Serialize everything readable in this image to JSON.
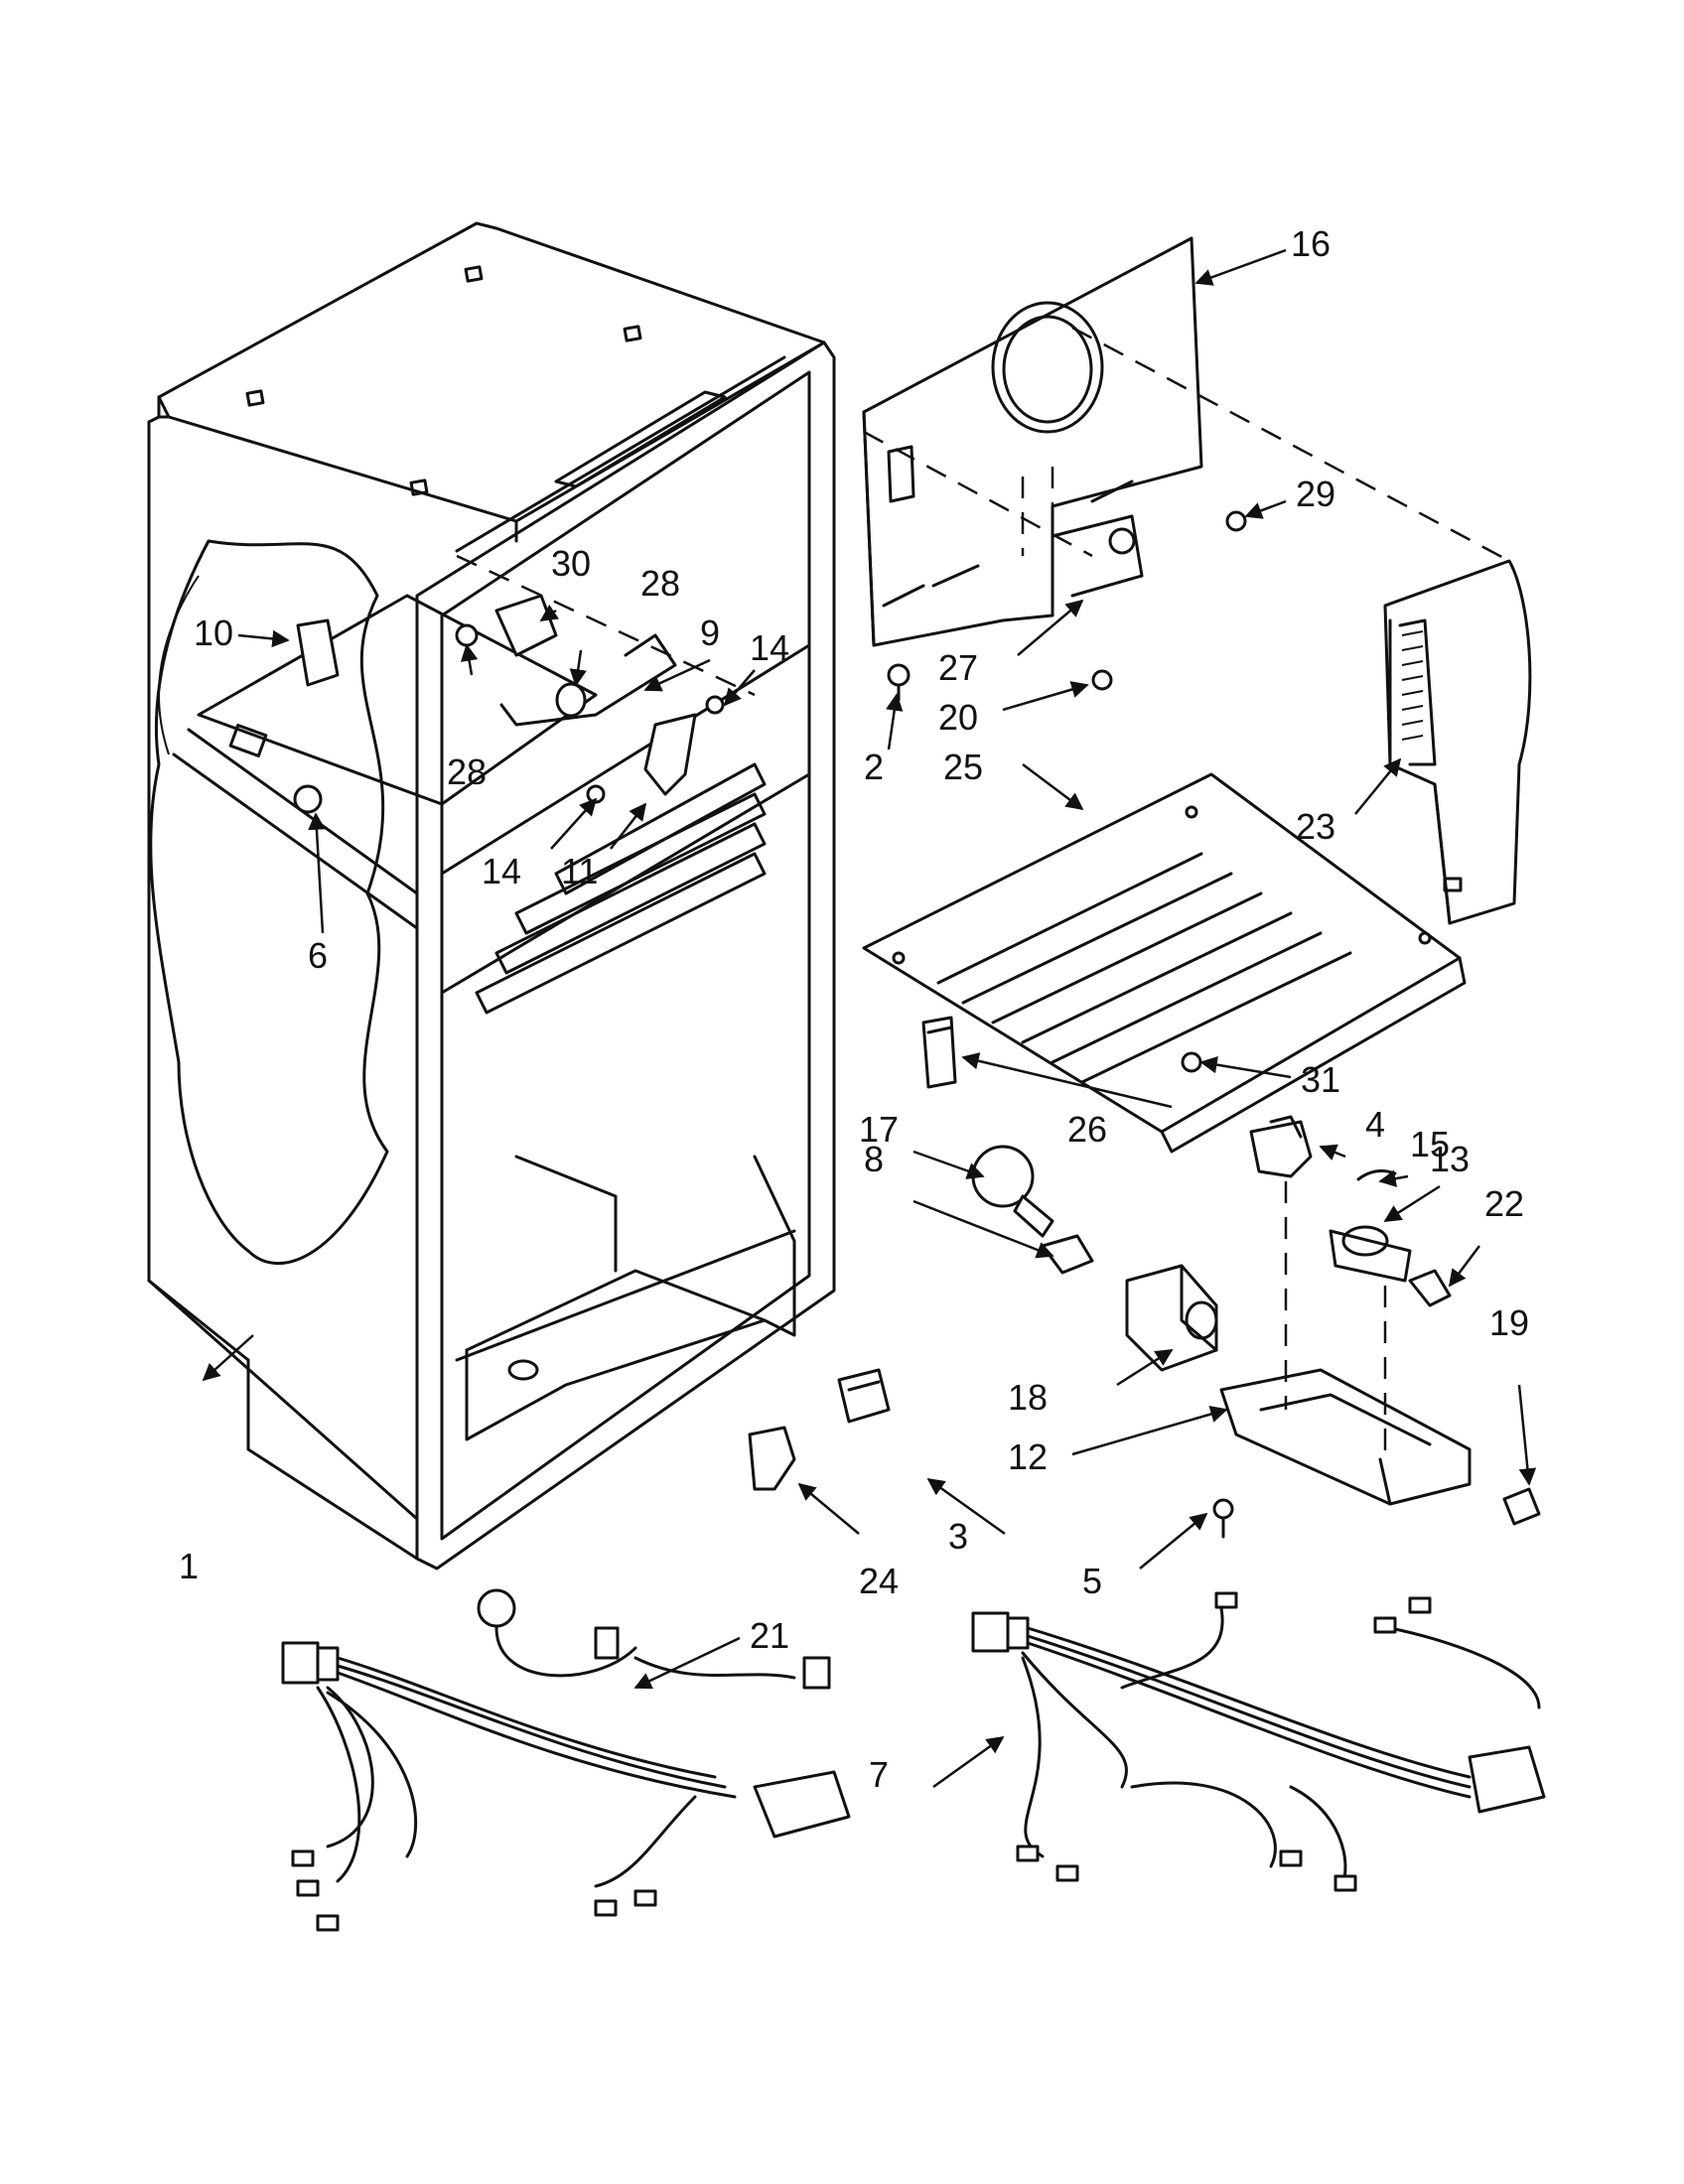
{
  "diagram": {
    "callouts": [
      {
        "id": "c1",
        "label": "1"
      },
      {
        "id": "c2",
        "label": "2"
      },
      {
        "id": "c3",
        "label": "3"
      },
      {
        "id": "c4",
        "label": "4"
      },
      {
        "id": "c5",
        "label": "5"
      },
      {
        "id": "c6",
        "label": "6"
      },
      {
        "id": "c7",
        "label": "7"
      },
      {
        "id": "c8",
        "label": "8"
      },
      {
        "id": "c9",
        "label": "9"
      },
      {
        "id": "c10",
        "label": "10"
      },
      {
        "id": "c11",
        "label": "11"
      },
      {
        "id": "c12",
        "label": "12"
      },
      {
        "id": "c13",
        "label": "13"
      },
      {
        "id": "c14a",
        "label": "14"
      },
      {
        "id": "c14b",
        "label": "14"
      },
      {
        "id": "c15",
        "label": "15"
      },
      {
        "id": "c16",
        "label": "16"
      },
      {
        "id": "c17",
        "label": "17"
      },
      {
        "id": "c18",
        "label": "18"
      },
      {
        "id": "c19",
        "label": "19"
      },
      {
        "id": "c20",
        "label": "20"
      },
      {
        "id": "c21",
        "label": "21"
      },
      {
        "id": "c22",
        "label": "22"
      },
      {
        "id": "c23",
        "label": "23"
      },
      {
        "id": "c24",
        "label": "24"
      },
      {
        "id": "c25",
        "label": "25"
      },
      {
        "id": "c26",
        "label": "26"
      },
      {
        "id": "c27",
        "label": "27"
      },
      {
        "id": "c28a",
        "label": "28"
      },
      {
        "id": "c28b",
        "label": "28"
      },
      {
        "id": "c29",
        "label": "29"
      },
      {
        "id": "c30",
        "label": "30"
      },
      {
        "id": "c31",
        "label": "31"
      }
    ]
  }
}
